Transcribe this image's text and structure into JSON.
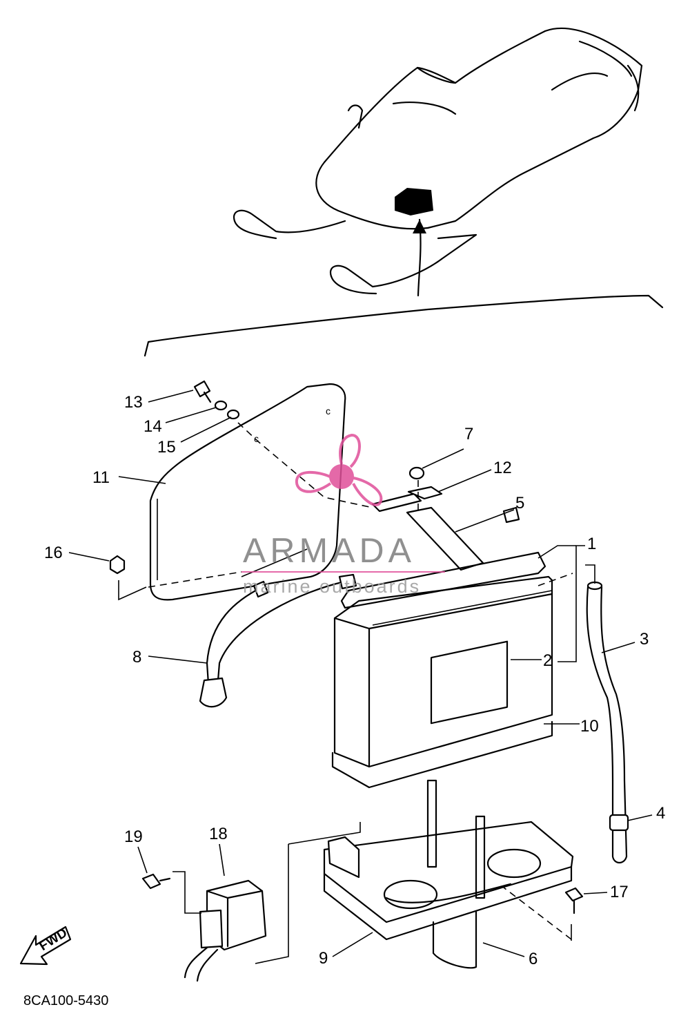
{
  "diagram": {
    "parts": [
      "1",
      "2",
      "3",
      "4",
      "5",
      "6",
      "7",
      "8",
      "9",
      "10",
      "11",
      "12",
      "13",
      "14",
      "15",
      "16",
      "17",
      "18",
      "19"
    ],
    "diagram_code": "8CA100-5430",
    "direction_label": "FWD",
    "watermark": {
      "name": "ARMADA",
      "tagline": "marine outboards",
      "accent_color": "#e0509a"
    }
  }
}
